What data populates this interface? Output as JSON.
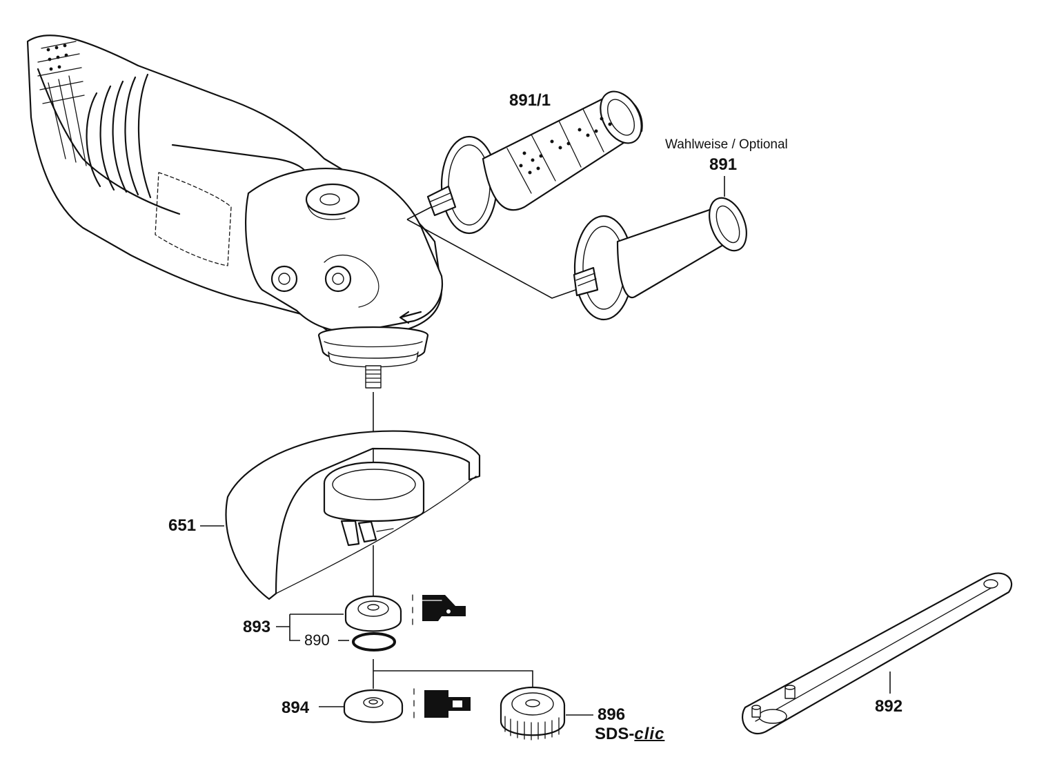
{
  "parts": [
    {
      "id": "p891_1",
      "number": "891/1"
    },
    {
      "id": "p891",
      "number": "891",
      "note": "Wahlweise / Optional"
    },
    {
      "id": "p651",
      "number": "651"
    },
    {
      "id": "p893",
      "number": "893"
    },
    {
      "id": "p890",
      "number": "890"
    },
    {
      "id": "p894",
      "number": "894"
    },
    {
      "id": "p896",
      "number": "896"
    },
    {
      "id": "p892",
      "number": "892"
    }
  ],
  "sds_logo": {
    "prefix": "SDS-",
    "suffix": "clic"
  },
  "colors": {
    "ink": "#111111",
    "paper": "#ffffff"
  }
}
